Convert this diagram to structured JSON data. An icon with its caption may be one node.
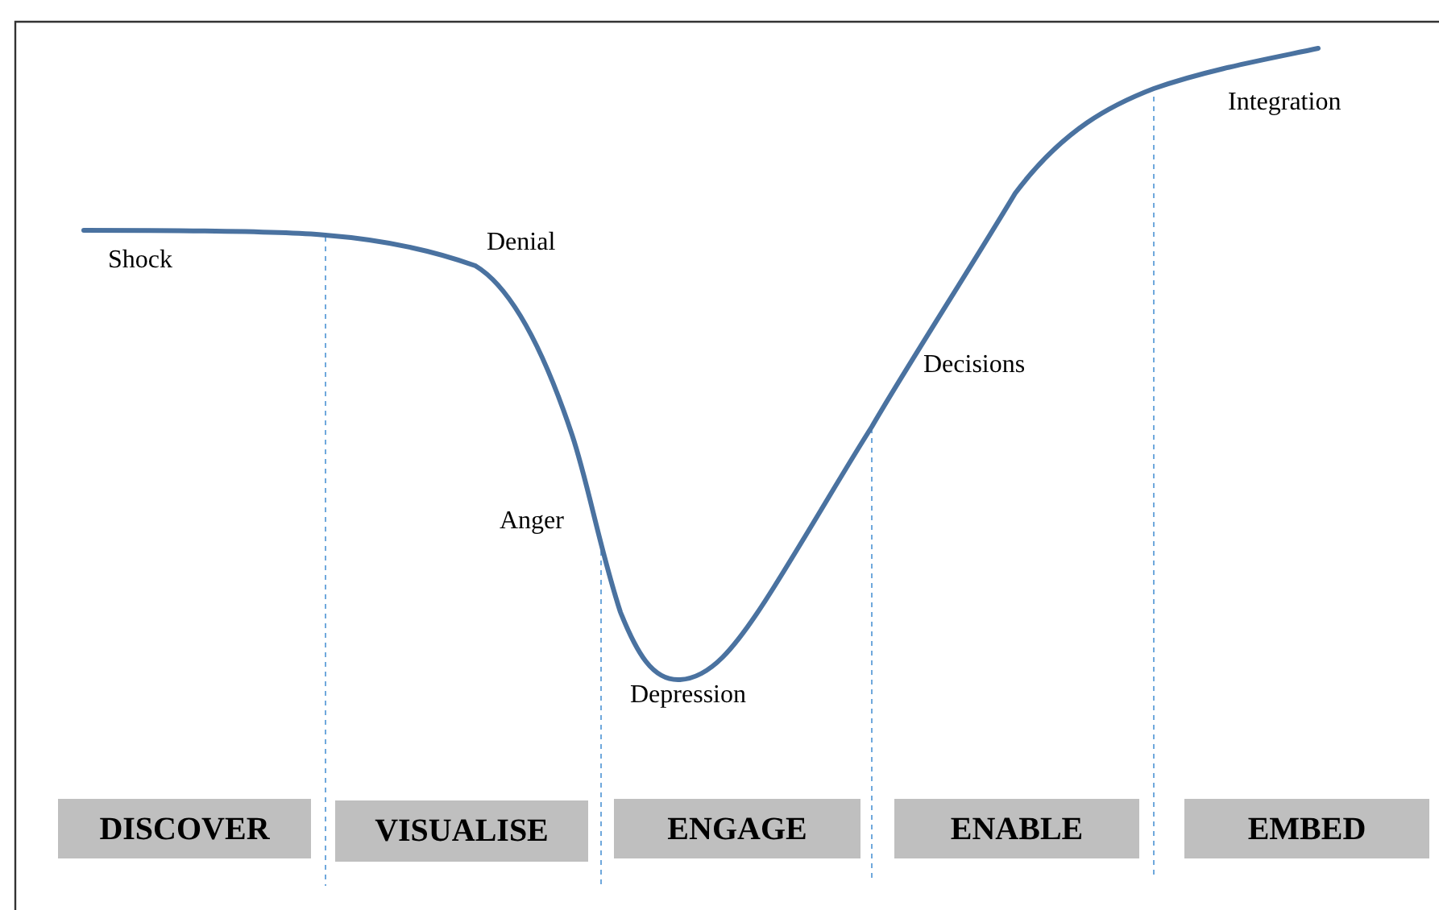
{
  "diagram": {
    "nodes": [
      {
        "text": [
          "DISCOVER"
        ]
      },
      {
        "text": [
          "VISUALISE"
        ]
      },
      {
        "text": [
          "ENGAGE"
        ]
      },
      {
        "text": [
          "ENABLE"
        ]
      },
      {
        "text": [
          "EMBED"
        ]
      }
    ],
    "labels": [
      "Integration",
      "Shock",
      "Denial",
      "Decisions",
      "Anger",
      "Depression"
    ]
  }
}
